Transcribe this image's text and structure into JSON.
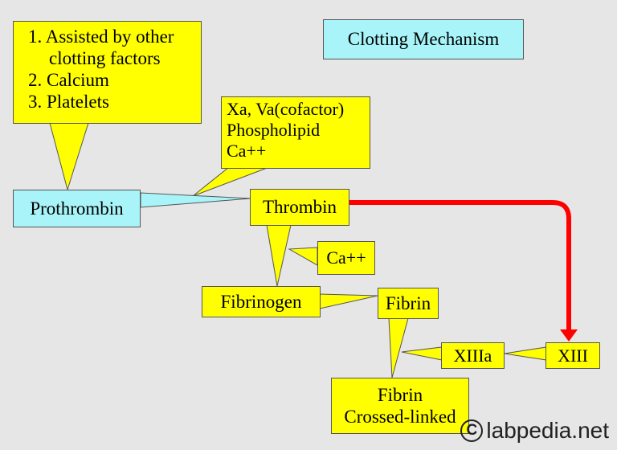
{
  "title": "Clotting Mechanism",
  "requirements": {
    "items": [
      [
        "1. Assisted by other",
        "clotting factors"
      ],
      [
        "2. Calcium"
      ],
      [
        "3. Platelets"
      ]
    ]
  },
  "cofactors": [
    "Xa, Va(cofactor)",
    "Phospholipid",
    "Ca++"
  ],
  "nodes": {
    "prothrombin": "Prothrombin",
    "thrombin": "Thrombin",
    "calcium": "Ca++",
    "fibrinogen": "Fibrinogen",
    "fibrin": "Fibrin",
    "factor_xiiia": "XIIIa",
    "factor_xiii": "XIII",
    "crosslinked": [
      "Fibrin",
      "Crossed-linked"
    ]
  },
  "watermark": {
    "text": "labpedia.net",
    "icon": "copyright-icon"
  },
  "colors": {
    "callout_yellow": "#ffff00",
    "node_cyan": "#a8f4f8",
    "arrow_red": "#ff0000",
    "background": "#e6e6e6"
  }
}
